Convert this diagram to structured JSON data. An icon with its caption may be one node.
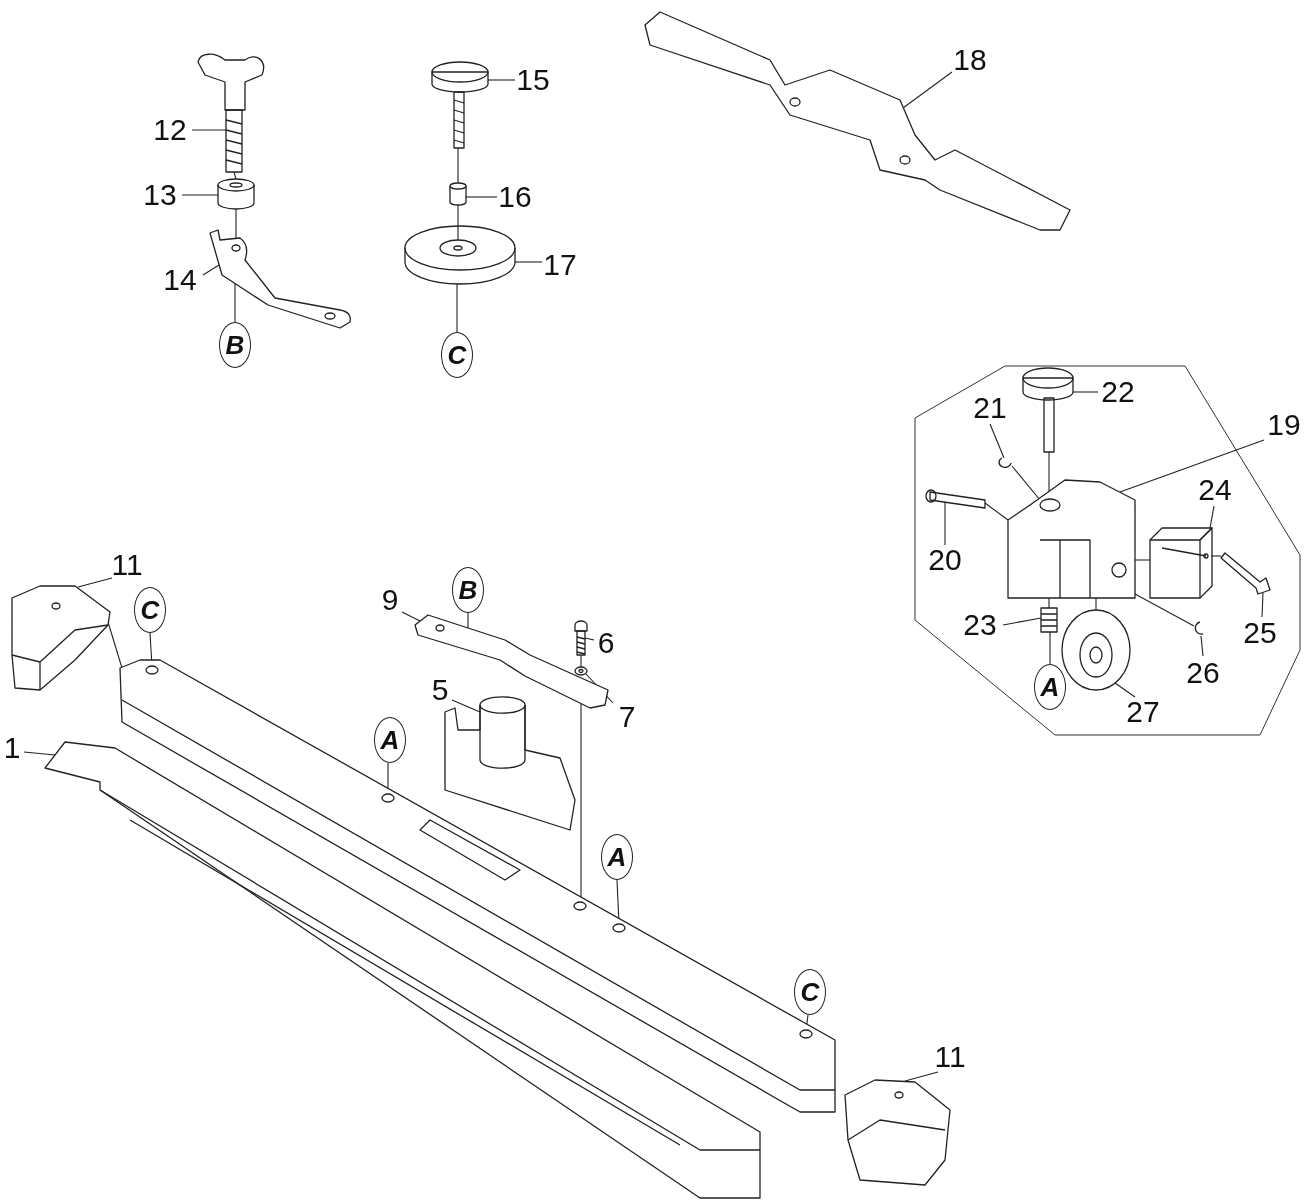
{
  "diagram": {
    "nodes": [
      {
        "text": [
          "12"
        ]
      },
      {
        "text": [],
        "shape": "picture"
      },
      {
        "text": [
          "13"
        ]
      },
      {
        "text": [],
        "shape": "picture"
      },
      {
        "text": [
          "14"
        ]
      },
      {
        "text": [],
        "shape": "picture"
      },
      {
        "text": [
          "B"
        ]
      },
      {
        "text": [
          "15"
        ]
      },
      {
        "text": [],
        "shape": "picture"
      },
      {
        "text": [
          "16"
        ]
      },
      {
        "text": [],
        "shape": "picture"
      },
      {
        "text": [
          "17"
        ]
      },
      {
        "text": [],
        "shape": "picture"
      },
      {
        "text": [
          "C"
        ]
      },
      {
        "text": [
          "18"
        ]
      },
      {
        "text": [],
        "shape": "picture"
      },
      {
        "text": [
          "19"
        ]
      },
      {
        "text": [],
        "shape": "picture"
      },
      {
        "text": [
          "20"
        ]
      },
      {
        "text": [],
        "shape": "picture"
      },
      {
        "text": [
          "21"
        ]
      },
      {
        "text": [],
        "shape": "picture"
      },
      {
        "text": [
          "22"
        ]
      },
      {
        "text": [],
        "shape": "picture"
      },
      {
        "text": [
          "23"
        ]
      },
      {
        "text": [],
        "shape": "picture"
      },
      {
        "text": [
          "A"
        ]
      },
      {
        "text": [
          "24"
        ]
      },
      {
        "text": [],
        "shape": "picture"
      },
      {
        "text": [
          "25"
        ]
      },
      {
        "text": [],
        "shape": "picture"
      },
      {
        "text": [
          "26"
        ]
      },
      {
        "text": [],
        "shape": "picture"
      },
      {
        "text": [
          "27"
        ]
      },
      {
        "text": [],
        "shape": "picture"
      },
      {
        "text": [
          "11"
        ]
      },
      {
        "text": [],
        "shape": "picture"
      },
      {
        "text": [
          "C"
        ]
      },
      {
        "text": [
          "9"
        ]
      },
      {
        "text": [
          "B"
        ]
      },
      {
        "text": [],
        "shape": "picture"
      },
      {
        "text": [
          "6"
        ]
      },
      {
        "text": [],
        "shape": "picture"
      },
      {
        "text": [
          "5"
        ]
      },
      {
        "text": [],
        "shape": "picture"
      },
      {
        "text": [
          "7"
        ]
      },
      {
        "text": [],
        "shape": "picture"
      },
      {
        "text": [
          "A"
        ]
      },
      {
        "text": [
          "1"
        ]
      },
      {
        "text": [],
        "shape": "picture"
      },
      {
        "text": [],
        "shape": "picture"
      },
      {
        "text": [
          "A"
        ]
      },
      {
        "text": [
          "C"
        ]
      },
      {
        "text": [
          "11"
        ]
      },
      {
        "text": [],
        "shape": "picture"
      }
    ],
    "edges": [
      {
        "from": 0,
        "to": 1,
        "arrow": "none"
      },
      {
        "from": 2,
        "to": 3,
        "arrow": "none"
      },
      {
        "from": 4,
        "to": 5,
        "arrow": "none"
      },
      {
        "from": 7,
        "to": 8,
        "arrow": "none"
      },
      {
        "from": 9,
        "to": 10,
        "arrow": "none"
      },
      {
        "from": 11,
        "to": 12,
        "arrow": "none"
      },
      {
        "from": 14,
        "to": 15,
        "arrow": "none"
      },
      {
        "from": 16,
        "to": 17,
        "arrow": "none"
      },
      {
        "from": 18,
        "to": 19,
        "arrow": "none"
      },
      {
        "from": 20,
        "to": 21,
        "arrow": "none"
      },
      {
        "from": 22,
        "to": 23,
        "arrow": "none"
      },
      {
        "from": 24,
        "to": 25,
        "arrow": "none"
      },
      {
        "from": 27,
        "to": 28,
        "arrow": "none"
      },
      {
        "from": 29,
        "to": 30,
        "arrow": "none"
      },
      {
        "from": 31,
        "to": 32,
        "arrow": "none"
      },
      {
        "from": 33,
        "to": 34,
        "arrow": "none"
      },
      {
        "from": 35,
        "to": 36,
        "arrow": "none"
      },
      {
        "from": 38,
        "to": 40,
        "arrow": "none"
      },
      {
        "from": 41,
        "to": 42,
        "arrow": "none"
      },
      {
        "from": 43,
        "to": 44,
        "arrow": "none"
      },
      {
        "from": 45,
        "to": 46,
        "arrow": "none"
      },
      {
        "from": 48,
        "to": 49,
        "arrow": "none"
      },
      {
        "from": 53,
        "to": 54,
        "arrow": "none"
      },
      {
        "from": 6,
        "to": 5,
        "arrow": "none"
      },
      {
        "from": 13,
        "to": 12,
        "arrow": "none"
      },
      {
        "from": 26,
        "to": 25,
        "arrow": "none"
      },
      {
        "from": 37,
        "to": 50,
        "arrow": "none"
      },
      {
        "from": 39,
        "to": 40,
        "arrow": "none"
      },
      {
        "from": 47,
        "to": 50,
        "arrow": "none"
      },
      {
        "from": 51,
        "to": 50,
        "arrow": "none"
      },
      {
        "from": 52,
        "to": 50,
        "arrow": "none"
      },
      {
        "from": 1,
        "to": 3,
        "arrow": "none"
      },
      {
        "from": 3,
        "to": 5,
        "arrow": "none"
      },
      {
        "from": 8,
        "to": 10,
        "arrow": "none"
      },
      {
        "from": 10,
        "to": 12,
        "arrow": "none"
      },
      {
        "from": 42,
        "to": 46,
        "arrow": "none"
      },
      {
        "from": 40,
        "to": 50,
        "arrow": "none"
      },
      {
        "from": 36,
        "to": 50,
        "arrow": "none"
      },
      {
        "from": 23,
        "to": 17,
        "arrow": "none"
      },
      {
        "from": 21,
        "to": 17,
        "arrow": "none"
      },
      {
        "from": 19,
        "to": 17,
        "arrow": "none"
      },
      {
        "from": 30,
        "to": 28,
        "arrow": "none"
      },
      {
        "from": 28,
        "to": 17,
        "arrow": "none"
      },
      {
        "from": 32,
        "to": 17,
        "arrow": "none"
      },
      {
        "from": 34,
        "to": 17,
        "arrow": "none"
      },
      {
        "from": 25,
        "to": 17,
        "arrow": "none"
      }
    ]
  }
}
